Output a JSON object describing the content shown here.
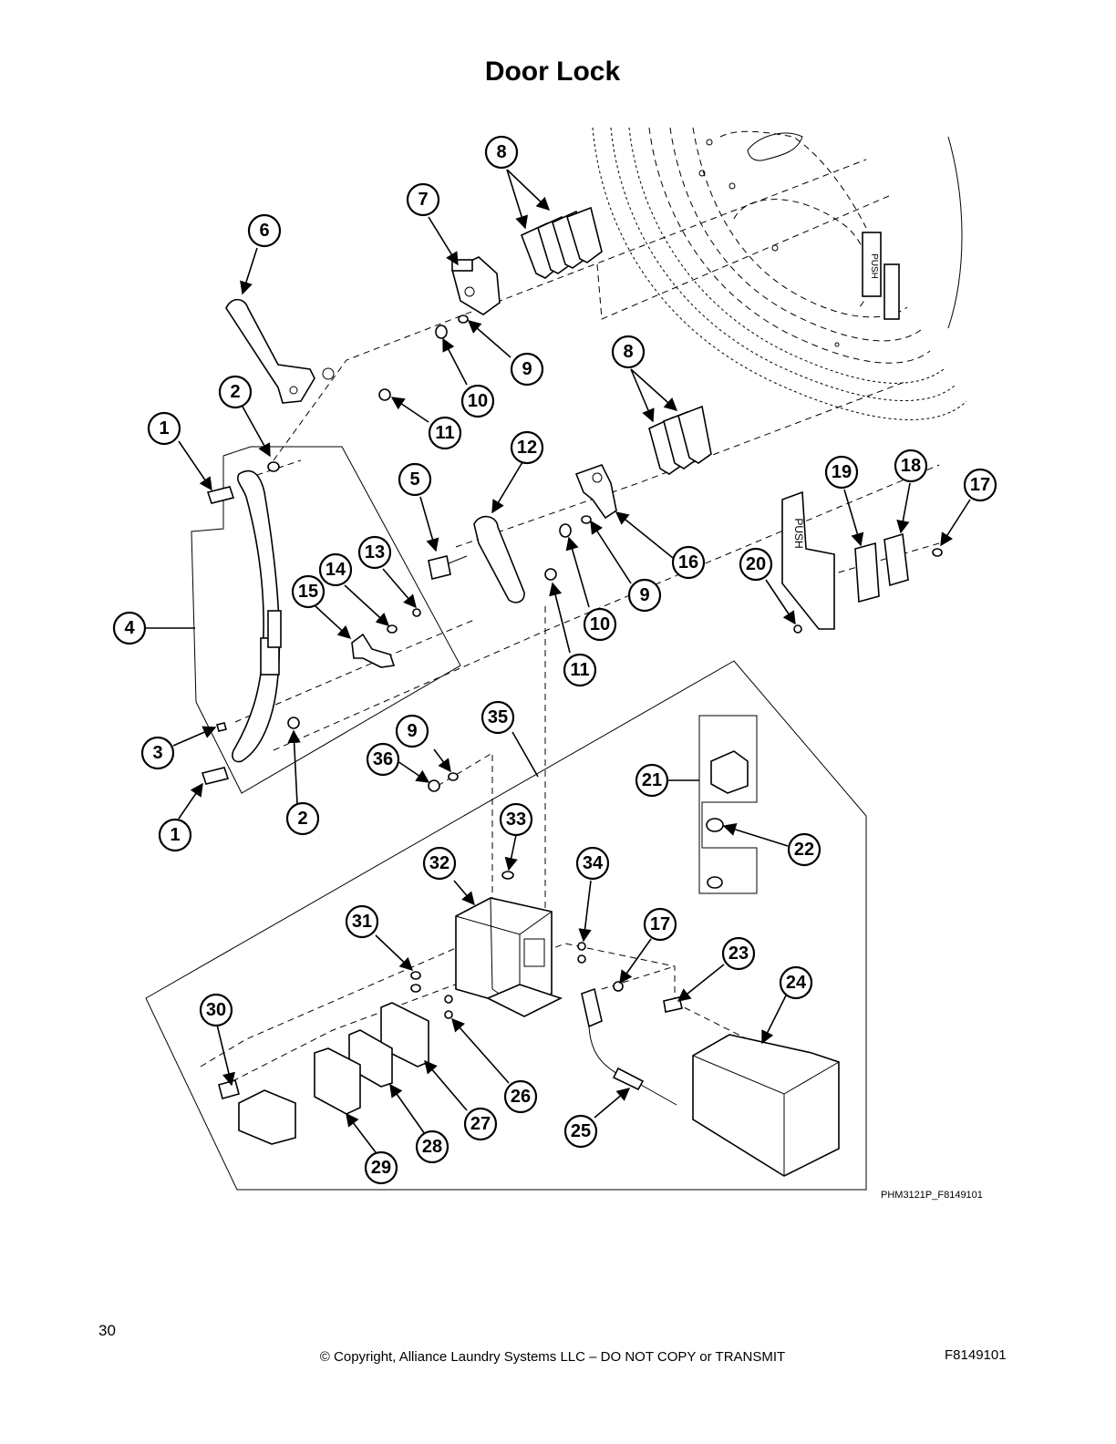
{
  "page": {
    "title": "Door Lock",
    "figure_code": "PHM3121P_F8149101",
    "page_number": "30",
    "copyright": "© Copyright, Alliance Laundry Systems LLC – DO NOT COPY or TRANSMIT",
    "doc_number": "F8149101"
  },
  "door_panel_text": "PUSH",
  "strike_plate_text": "PUSH",
  "callouts": [
    "1",
    "1",
    "2",
    "2",
    "3",
    "4",
    "5",
    "6",
    "7",
    "8",
    "8",
    "9",
    "9",
    "9",
    "10",
    "10",
    "11",
    "11",
    "12",
    "13",
    "14",
    "15",
    "16",
    "17",
    "17",
    "18",
    "19",
    "20",
    "21",
    "22",
    "23",
    "24",
    "25",
    "26",
    "27",
    "28",
    "29",
    "30",
    "31",
    "32",
    "33",
    "34",
    "35",
    "36"
  ]
}
